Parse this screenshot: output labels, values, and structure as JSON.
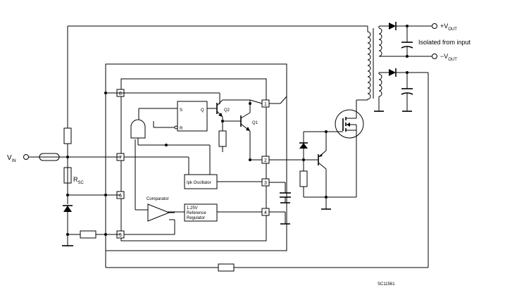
{
  "labels": {
    "vin": "V",
    "vin_sub": "IN",
    "rsc": "R",
    "rsc_sub": "SC",
    "vout_pos_sign": "+V",
    "vout_pos_sub": "OUT",
    "vout_neg_sign": "−V",
    "vout_neg_sub": "OUT",
    "isolated": "Isolated from input",
    "comparator": "Comparator",
    "ipk_oscillator": "Ipk Oscillator",
    "reference_line1": "1.25V",
    "reference_line2": "Reference",
    "reference_line3": "Regulator",
    "flipflop_s": "S",
    "flipflop_r": "R",
    "flipflop_q": "Q",
    "q1": "Q1",
    "q2": "Q2",
    "figure_code": "SC11561"
  },
  "pins": [
    "8",
    "7",
    "6",
    "5",
    "1",
    "2",
    "3",
    "4"
  ]
}
